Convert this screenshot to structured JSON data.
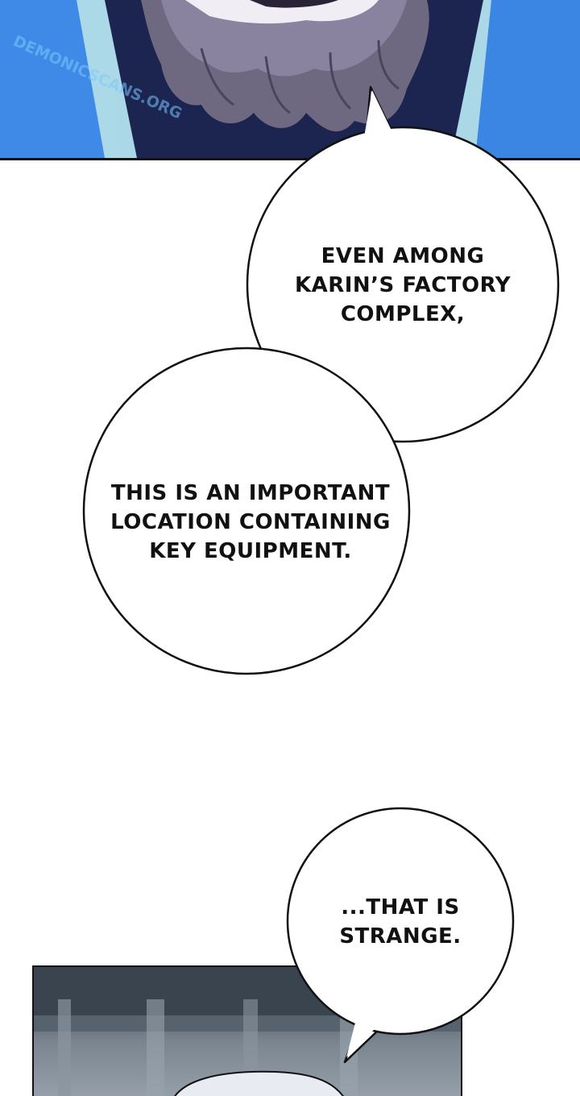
{
  "watermark": {
    "text": "DEMONICSCANS.ORG"
  },
  "bubbles": [
    {
      "lines": [
        "EVEN AMONG",
        "KARIN’S FACTORY",
        "COMPLEX,"
      ]
    },
    {
      "lines": [
        "THIS IS AN IMPORTANT",
        "LOCATION CONTAINING",
        "KEY EQUIPMENT."
      ]
    },
    {
      "lines": [
        "...THAT IS",
        "STRANGE."
      ]
    }
  ],
  "colors": {
    "panel_blue": "#2d6fd0",
    "hair_gray": "#6e6880",
    "outline": "#111111",
    "bubble_fill": "#ffffff",
    "room_gray": "#56626e"
  }
}
